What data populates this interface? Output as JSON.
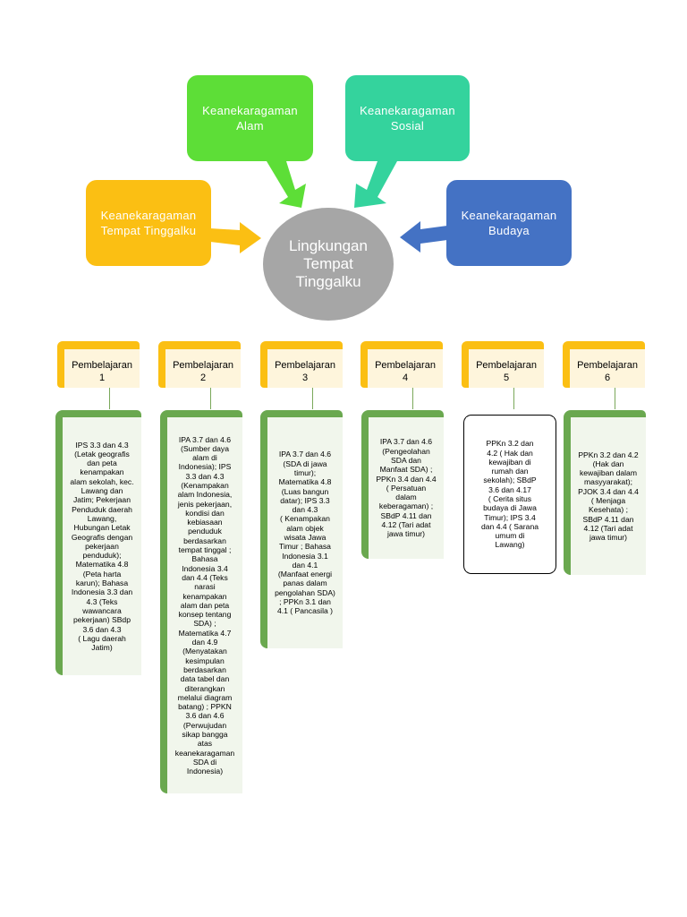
{
  "center": {
    "lines": [
      "Lingkungan",
      "Tempat",
      "Tinggalku"
    ]
  },
  "top_boxes": {
    "alam": {
      "lines": [
        "Keanekaragaman",
        "Alam"
      ],
      "color": "#5dde37"
    },
    "sosial": {
      "lines": [
        "Keanekaragaman",
        "Sosial"
      ],
      "color": "#34d39d"
    },
    "tempat": {
      "lines": [
        "Keanekaragaman",
        "Tempat Tinggalku"
      ],
      "color": "#fbbf13"
    },
    "budaya": {
      "lines": [
        "Keanekaragaman",
        "Budaya"
      ],
      "color": "#4472c4"
    }
  },
  "colors": {
    "header_accent": "#fbbf13",
    "body_accent": "#6aa84f",
    "circle": "#a6a6a6"
  },
  "lessons": [
    {
      "title": "Pembelajaran",
      "number": "1",
      "lines": [
        "IPS 3.3 dan 4.3",
        "(Letak geografis",
        "dan peta",
        "kenampakan",
        "alam sekolah, kec.",
        "Lawang dan",
        "Jatim; Pekerjaan",
        "Penduduk daerah",
        "Lawang,",
        "Hubungan Letak",
        "Geografis dengan",
        "pekerjaan",
        "penduduk);",
        "Matematika 4.8",
        "(Peta harta",
        "karun); Bahasa",
        "Indonesia 3.3 dan",
        "4.3 (Teks",
        "wawancara",
        "pekerjaan) SBdp",
        "3.6  dan 4.3",
        "( Lagu daerah",
        "Jatim)"
      ]
    },
    {
      "title": "Pembelajaran",
      "number": "2",
      "lines": [
        "IPA 3.7 dan 4.6",
        "(Sumber daya",
        "alam di",
        "Indonesia); IPS",
        "3.3 dan 4.3",
        "(Kenampakan",
        "alam Indonesia,",
        "jenis pekerjaan,",
        "kondisi dan",
        "kebiasaan",
        "penduduk",
        "berdasarkan",
        "tempat tinggal ;",
        "Bahasa",
        "Indonesia 3.4",
        "dan 4.4 (Teks",
        "narasi",
        "kenampakan",
        "alam dan peta",
        "konsep tentang",
        "SDA) ;",
        "Matematika 4.7",
        "dan 4.9",
        "(Menyatakan",
        "kesimpulan",
        "berdasarkan",
        "data tabel dan",
        "diterangkan",
        "melalui diagram",
        "batang) ; PPKN",
        "3.6 dan 4.6",
        "(Perwujudan",
        "sikap bangga",
        "atas",
        "keanekaragaman",
        "SDA di",
        "Indonesia)"
      ]
    },
    {
      "title": "Pembelajaran",
      "number": "3",
      "lines": [
        "IPA 3.7 dan 4.6",
        "(SDA di jawa",
        "timur);",
        "Matematika 4.8",
        "(Luas bangun",
        "datar); IPS 3.3",
        "dan 4.3",
        "( Kenampakan",
        "alam objek",
        "wisata Jawa",
        "Timur ; Bahasa",
        "Indonesia 3.1",
        "dan 4.1",
        "(Manfaat energi",
        "panas dalam",
        "pengolahan SDA)",
        "; PPKn 3.1 dan",
        "4.1 ( Pancasila )"
      ]
    },
    {
      "title": "Pembelajaran",
      "number": "4",
      "lines": [
        "IPA 3.7 dan 4.6",
        "(Pengeolahan",
        "SDA dan",
        "Manfaat SDA) ;",
        "PPKn 3.4 dan 4.4",
        "( Persatuan",
        "dalam",
        "keberagaman) ;",
        "SBdP 4.11 dan",
        "4.12 (Tari adat",
        "jawa timur)"
      ]
    },
    {
      "title": "Pembelajaran",
      "number": "5",
      "lines": [
        "PPKn  3.2 dan",
        "4.2 ( Hak dan",
        "kewajiban di",
        "rumah dan",
        "sekolah); SBdP",
        "3.6  dan 4.17",
        "( Cerita situs",
        "budaya di Jawa",
        "Timur); IPS 3.4",
        "dan 4.4 (  Sarana",
        "umum di",
        "Lawang)"
      ]
    },
    {
      "title": "Pembelajaran",
      "number": "6",
      "lines": [
        "PPKn 3.2 dan 4.2",
        "(Hak dan",
        "kewajiban dalam",
        "masyyarakat);",
        "PJOK 3.4 dan 4.4",
        "( Menjaga",
        "Kesehata) ;",
        "SBdP 4.11 dan",
        "4.12 (Tari adat",
        "jawa timur)"
      ]
    }
  ]
}
